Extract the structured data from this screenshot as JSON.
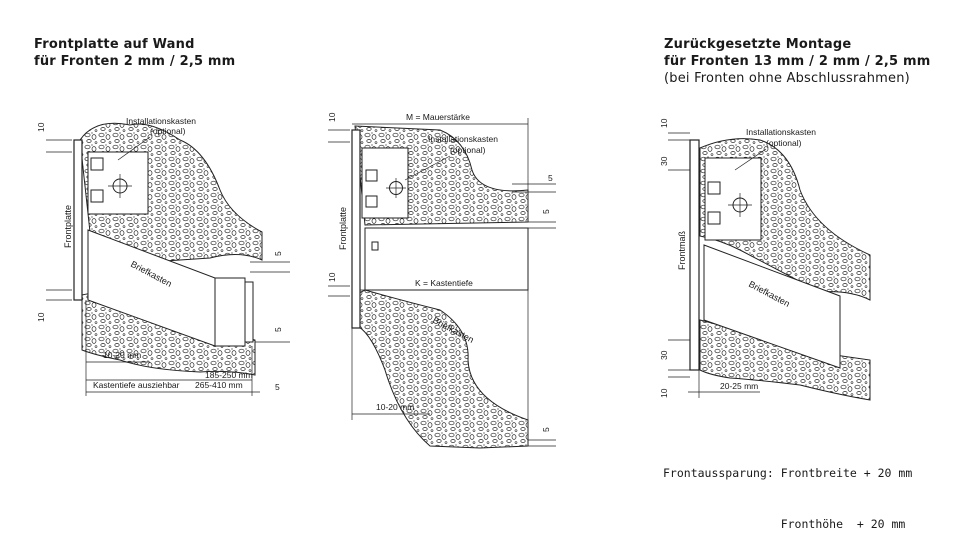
{
  "headings": {
    "left": {
      "line1": "Frontplatte auf Wand",
      "line2": "für Fronten 2 mm / 2,5 mm"
    },
    "right": {
      "line1": "Zurückgesetzte Montage",
      "line2": "für Fronten 13 mm / 2 mm / 2,5 mm",
      "line3": "(bei Fronten ohne Abschlussrahmen)"
    }
  },
  "diagram_left": {
    "install_box_line1": "Installationskasten",
    "install_box_line2": "(optional)",
    "side_label": "Frontplatte",
    "mailbox_label": "Briefkasten",
    "dim_top": "10",
    "dim_bottom": "10",
    "dim_right_top": "5",
    "dim_right_mid": "5",
    "dim_right_bottom": "5",
    "dim_depth_offset": "10-20 mm",
    "dim_range_1": "185-250 mm",
    "dim_range_2": "265-410 mm",
    "dim_extendable": "Kastentiefe ausziehbar"
  },
  "diagram_middle": {
    "wall_thickness": "M = Mauerstärke",
    "install_box_line1": "Installationskasten",
    "install_box_line2": "(optional)",
    "side_label": "Frontplatte",
    "mailbox_label": "Briefkasten",
    "box_depth": "K = Kastentiefe",
    "dim_top": "10",
    "dim_bottom": "10",
    "dim_right_1": "5",
    "dim_right_2": "5",
    "dim_right_3": "5",
    "dim_depth_offset": "10-20 mm"
  },
  "diagram_right": {
    "install_box_line1": "Installationskasten",
    "install_box_line2": "(optional)",
    "side_label": "Frontmaß",
    "mailbox_label": "Briefkasten",
    "dim_top_10": "10",
    "dim_top_30": "30",
    "dim_bottom_10": "10",
    "dim_bottom_30": "30",
    "dim_depth_offset": "20-25 mm"
  },
  "note": {
    "line1": "Frontaussparung: Frontbreite + 20 mm",
    "line2": "                 Fronthöhe  + 20 mm"
  }
}
